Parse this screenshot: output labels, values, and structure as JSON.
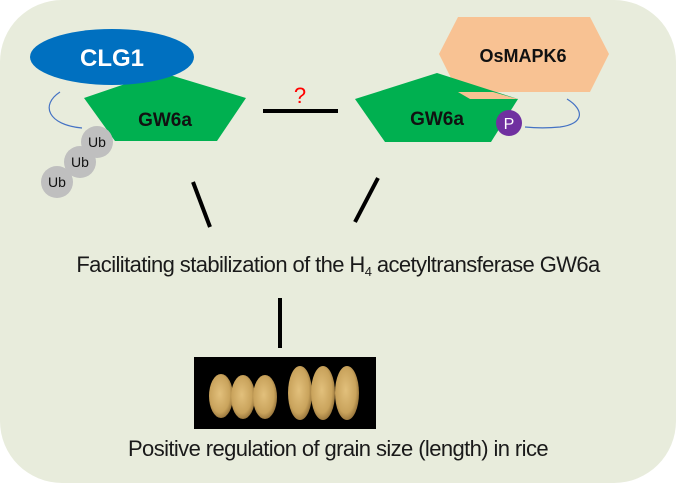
{
  "proteins": {
    "clg1": {
      "label": "CLG1",
      "color": "#0070c0"
    },
    "gw6a_left": {
      "label": "GW6a",
      "color": "#00b050"
    },
    "gw6a_right": {
      "label": "GW6a",
      "color": "#00b050"
    },
    "osmapk6": {
      "label": "OsMAPK6",
      "color": "#f8c293"
    }
  },
  "modifications": {
    "ubiquitin": {
      "label": "Ub",
      "count": 3,
      "color": "#bfbfbf"
    },
    "phospho": {
      "label": "P",
      "color": "#7030a0"
    }
  },
  "interaction": {
    "label": "?",
    "color": "#ff0000"
  },
  "captions": {
    "stabilization_pre": "Facilitating stabilization of the H",
    "stabilization_sub": "4",
    "stabilization_post": " acetyltransferase GW6a",
    "phenotype": "Positive regulation of grain size (length) in rice"
  },
  "colors": {
    "background": "#e8ecdc",
    "connector": "#4472c4"
  }
}
